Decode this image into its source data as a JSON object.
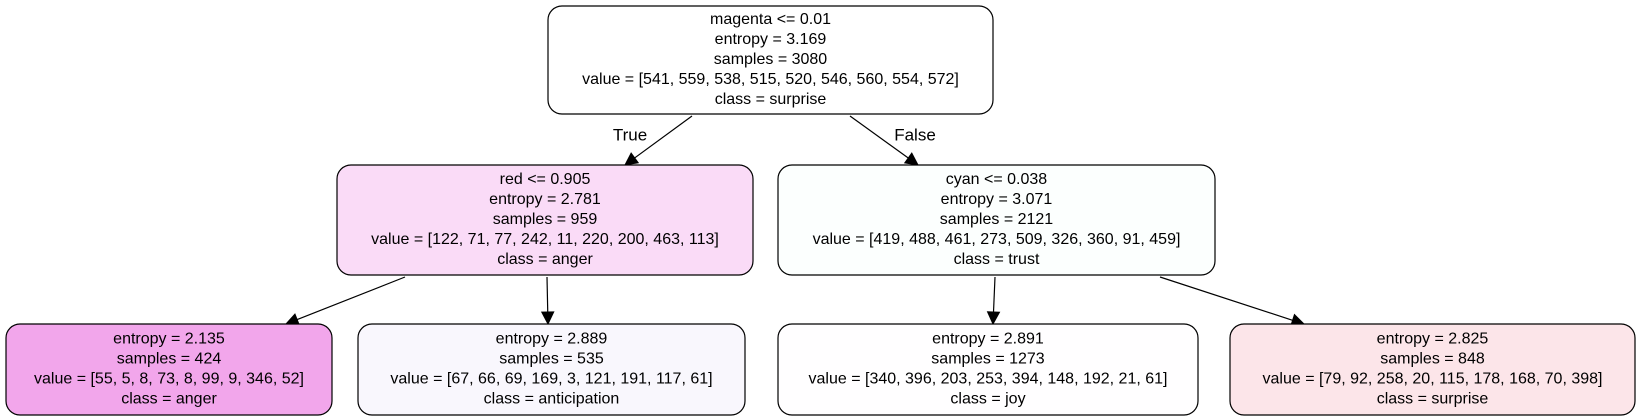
{
  "tree": {
    "nodes": [
      {
        "id": "n0",
        "fill": "#ffffff",
        "lines": [
          "magenta <= 0.01",
          "entropy = 3.169",
          "samples = 3080",
          "value = [541, 559, 538, 515, 520, 546, 560, 554, 572]",
          "class = surprise"
        ]
      },
      {
        "id": "n1",
        "fill": "#fadbf7",
        "lines": [
          "red <= 0.905",
          "entropy = 2.781",
          "samples = 959",
          "value = [122, 71, 77, 242, 11, 220, 200, 463, 113]",
          "class = anger"
        ]
      },
      {
        "id": "n2",
        "fill": "#fcfffe",
        "lines": [
          "cyan <= 0.038",
          "entropy = 3.071",
          "samples = 2121",
          "value = [419, 488, 461, 273, 509, 326, 360, 91, 459]",
          "class = trust"
        ]
      },
      {
        "id": "n3",
        "fill": "#f2a6eb",
        "lines": [
          "entropy = 2.135",
          "samples = 424",
          "value = [55, 5, 8, 73, 8, 99, 9, 346, 52]",
          "class = anger"
        ]
      },
      {
        "id": "n4",
        "fill": "#f9f7fd",
        "lines": [
          "entropy = 2.889",
          "samples = 535",
          "value = [67, 66, 69, 169, 3, 121, 191, 117, 61]",
          "class = anticipation"
        ]
      },
      {
        "id": "n5",
        "fill": "#fffeff",
        "lines": [
          "entropy = 2.891",
          "samples = 1273",
          "value = [340, 396, 203, 253, 394, 148, 192, 21, 61]",
          "class = joy"
        ]
      },
      {
        "id": "n6",
        "fill": "#fce5e9",
        "lines": [
          "entropy = 2.825",
          "samples = 848",
          "value = [79, 92, 258, 20, 115, 178, 168, 70, 398]",
          "class = surprise"
        ]
      }
    ],
    "edges": [
      {
        "from": "n0",
        "to": "n1",
        "label": "True"
      },
      {
        "from": "n0",
        "to": "n2",
        "label": "False"
      },
      {
        "from": "n1",
        "to": "n3",
        "label": ""
      },
      {
        "from": "n1",
        "to": "n4",
        "label": ""
      },
      {
        "from": "n2",
        "to": "n5",
        "label": ""
      },
      {
        "from": "n2",
        "to": "n6",
        "label": ""
      }
    ]
  }
}
